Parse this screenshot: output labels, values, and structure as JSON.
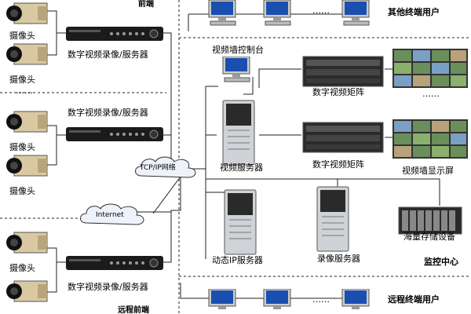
{
  "labels": {
    "camera": "摄像头",
    "dots": "……",
    "dvr": "数字视频录像/服务器",
    "tcpip": "TCP/IP网络",
    "internet": "Internet",
    "frontend": "前端",
    "other_users": "其他终端用户",
    "video_wall_console": "视频墙控制台",
    "digital_matrix": "数字视频矩阵",
    "video_server": "视频服务器",
    "video_wall_display": "视频墙显示屏",
    "storage": "海量存储设备",
    "dynamic_ip_server": "动态IP服务器",
    "recording_server": "录像服务器",
    "monitor_center": "监控中心",
    "remote_users": "远程终端用户",
    "bottom_partial": "远程前端"
  },
  "colors": {
    "accent_blue": "#1a4fb0",
    "line": "#222222",
    "device_dark": "#1b1b1b",
    "server_gray": "#cfd2d6"
  }
}
